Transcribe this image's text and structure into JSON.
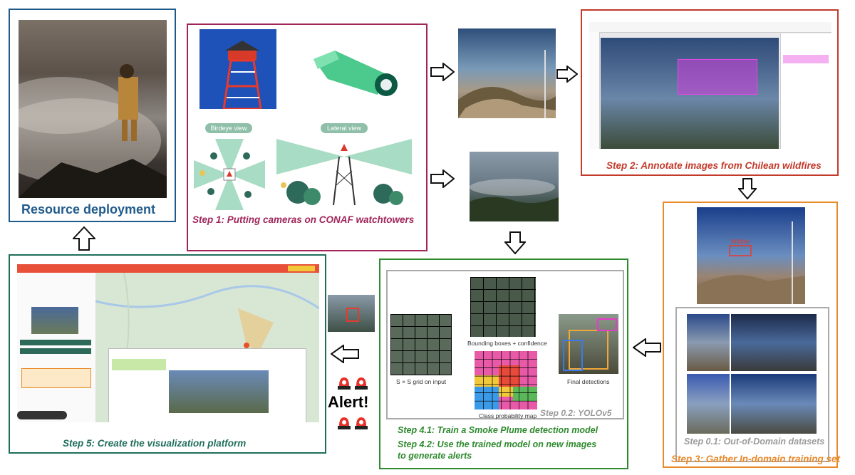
{
  "resource": {
    "title": "Resource deployment"
  },
  "step1": {
    "caption": "Step 1: Putting cameras on CONAF watchtowers",
    "birdeye_label": "Birdeye view",
    "lateral_label": "Lateral view"
  },
  "step2": {
    "caption": "Step 2: Annotate images from Chilean wildfires"
  },
  "step3": {
    "caption": "Step 3: Gather In-domain training set",
    "sub_caption": "Step 0.1: Out-of-Domain datasets",
    "wildfire_label": "Wildfire"
  },
  "step4": {
    "caption_1": "Step 4.1: Train a Smoke Plume detection model",
    "caption_2a": "Step 4.2: Use the trained model on new images",
    "caption_2b": "to generate alerts",
    "yolo_label": "Step 0.2: YOLOv5",
    "grid_label": "S × S grid on input",
    "bbox_label": "Bounding boxes + confidence",
    "classmap_label": "Class probability map",
    "final_label": "Final detections"
  },
  "step5": {
    "caption": "Step 5: Create the visualization platform"
  },
  "alert": {
    "text": "Alert!"
  },
  "colors": {
    "resource_border": "#1f5a8c",
    "step1_border": "#a0265a",
    "step2_border": "#c23a2a",
    "step3_border": "#e88a2a",
    "step4_border": "#2e8a2e",
    "step5_border": "#1f6e5a"
  }
}
